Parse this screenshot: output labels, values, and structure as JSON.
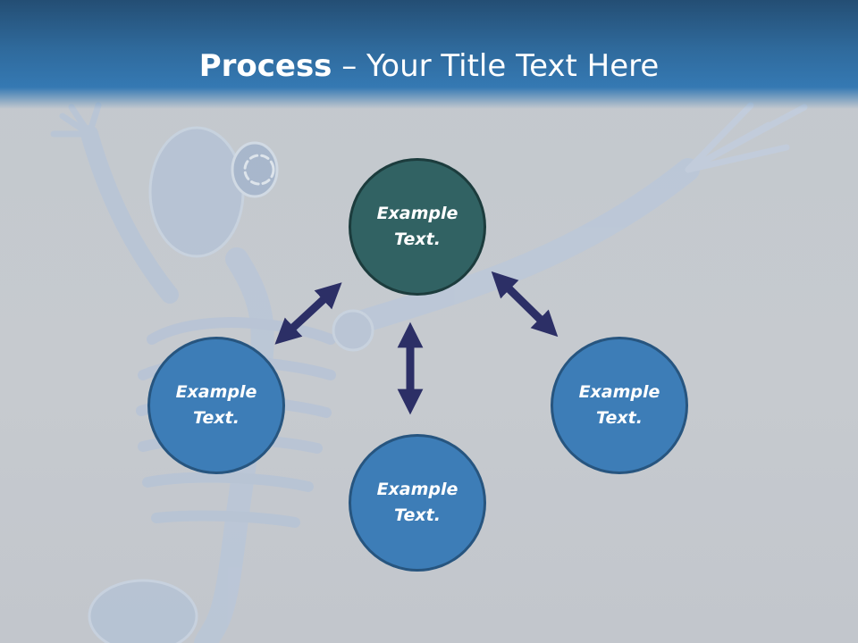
{
  "slide": {
    "title_bold": "Process",
    "title_rest": " – Your Title Text Here"
  },
  "diagram": {
    "center": {
      "label": "Example Text."
    },
    "nodes": [
      {
        "label": "Example Text."
      },
      {
        "label": "Example Text."
      },
      {
        "label": "Example Text."
      }
    ]
  },
  "colors": {
    "header": "#2f6a9c",
    "node_blue": "#3d7db7",
    "node_teal": "#316263",
    "arrow": "#2c2f66",
    "background": "#c5c9cf"
  }
}
